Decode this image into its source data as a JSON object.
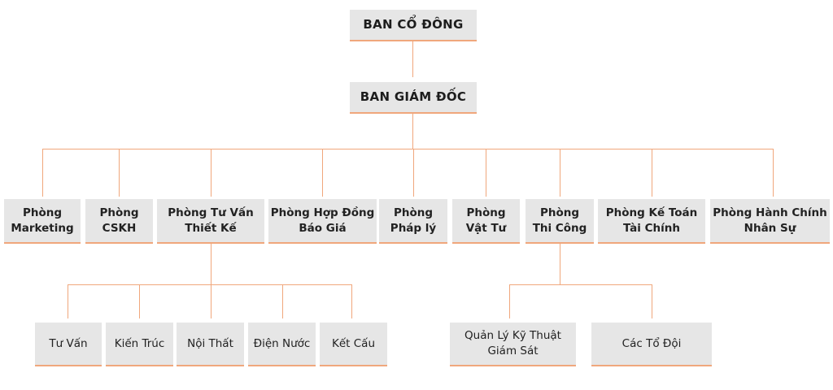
{
  "chart_data": {
    "type": "org-chart",
    "root": "BAN CỔ ĐÔNG",
    "levels": [
      {
        "name": "BAN CỔ ĐÔNG",
        "children": [
          "BAN GIÁM ĐỐC"
        ]
      },
      {
        "name": "BAN GIÁM ĐỐC",
        "children": [
          "Phòng Marketing",
          "Phòng CSKH",
          "Phòng Tư Vấn Thiết Kế",
          "Phòng Hợp Đồng Báo Giá",
          "Phòng Pháp lý",
          "Phòng Vật Tư",
          "Phòng Thi Công",
          "Phòng Kế Toán Tài Chính",
          "Phòng Hành Chính Nhân Sự"
        ]
      },
      {
        "name": "Phòng Tư Vấn Thiết Kế",
        "children": [
          "Tư Vấn",
          "Kiến Trúc",
          "Nội Thất",
          "Điện Nước",
          "Kết Cấu"
        ]
      },
      {
        "name": "Phòng Thi Công",
        "children": [
          "Quản Lý Kỹ Thuật Giám Sát",
          "Các Tổ Đội"
        ]
      }
    ]
  },
  "nodes": {
    "shareholders": "BAN CỔ ĐÔNG",
    "board": "BAN GIÁM ĐỐC",
    "departments": [
      {
        "l1": "Phòng",
        "l2": "Marketing"
      },
      {
        "l1": "Phòng",
        "l2": "CSKH"
      },
      {
        "l1": "Phòng Tư Vấn",
        "l2": "Thiết Kế"
      },
      {
        "l1": "Phòng Hợp Đồng",
        "l2": "Báo Giá"
      },
      {
        "l1": "Phòng",
        "l2": "Pháp lý"
      },
      {
        "l1": "Phòng",
        "l2": "Vật Tư"
      },
      {
        "l1": "Phòng",
        "l2": "Thi Công"
      },
      {
        "l1": "Phòng Kế Toán",
        "l2": "Tài Chính"
      },
      {
        "l1": "Phòng Hành Chính",
        "l2": "Nhân Sự"
      }
    ],
    "design_units": [
      "Tư Vấn",
      "Kiến Trúc",
      "Nội Thất",
      "Điện Nước",
      "Kết Cấu"
    ],
    "construction_units": [
      {
        "l1": "Quản Lý Kỹ Thuật",
        "l2": "Giám Sát"
      },
      {
        "l1": "Các Tổ Đội",
        "l2": ""
      }
    ]
  },
  "colors": {
    "connector": "#f0a77c",
    "box": "#e6e6e6",
    "text": "#1d1d1d"
  }
}
